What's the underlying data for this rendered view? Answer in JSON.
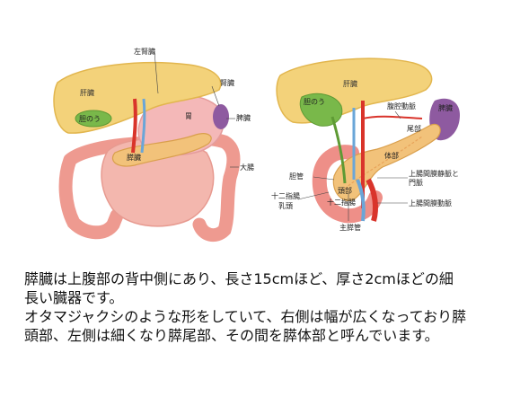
{
  "diagram_left": {
    "labels": {
      "left_kidney": "左腎臓",
      "liver": "肝臓",
      "adrenal": "腎臓",
      "gallbladder": "胆のう",
      "stomach": "胃",
      "spleen": "脾臓",
      "pancreas": "膵臓",
      "large_intestine": "大腸"
    }
  },
  "diagram_right": {
    "labels": {
      "liver": "肝臓",
      "gallbladder": "胆のう",
      "celiac_artery": "腹腔動脈",
      "spleen": "脾臓",
      "tail": "尾部",
      "body": "体部",
      "bile_duct": "胆管",
      "smv_portal_1": "上腸間膜静脈と",
      "smv_portal_2": "門脈",
      "duodenal_papilla_1": "十二指腸",
      "duodenal_papilla_2": "乳頭",
      "head": "頭部",
      "duodenum": "十二指腸",
      "sma": "上腸間膜動脈",
      "main_duct": "主膵管"
    }
  },
  "description": {
    "line1": "膵臓は上腹部の背中側にあり、長さ15cmほど、厚さ2cmほどの細",
    "line2": "長い臓器です。",
    "line3": "オタマジャクシのような形をしていて、右側は幅が広くなっており膵",
    "line4": "頭部、左側は細くなり膵尾部、その間を膵体部と呼んでいます。"
  },
  "colors": {
    "liver": "#f3d27a",
    "gallbladder": "#79b84a",
    "pancreas": "#f2c27a",
    "stomach": "#f2b0b0",
    "intestine": "#ee9a90",
    "spleen": "#8e5aa0",
    "artery": "#d9342b",
    "vein": "#6aa6d8"
  }
}
